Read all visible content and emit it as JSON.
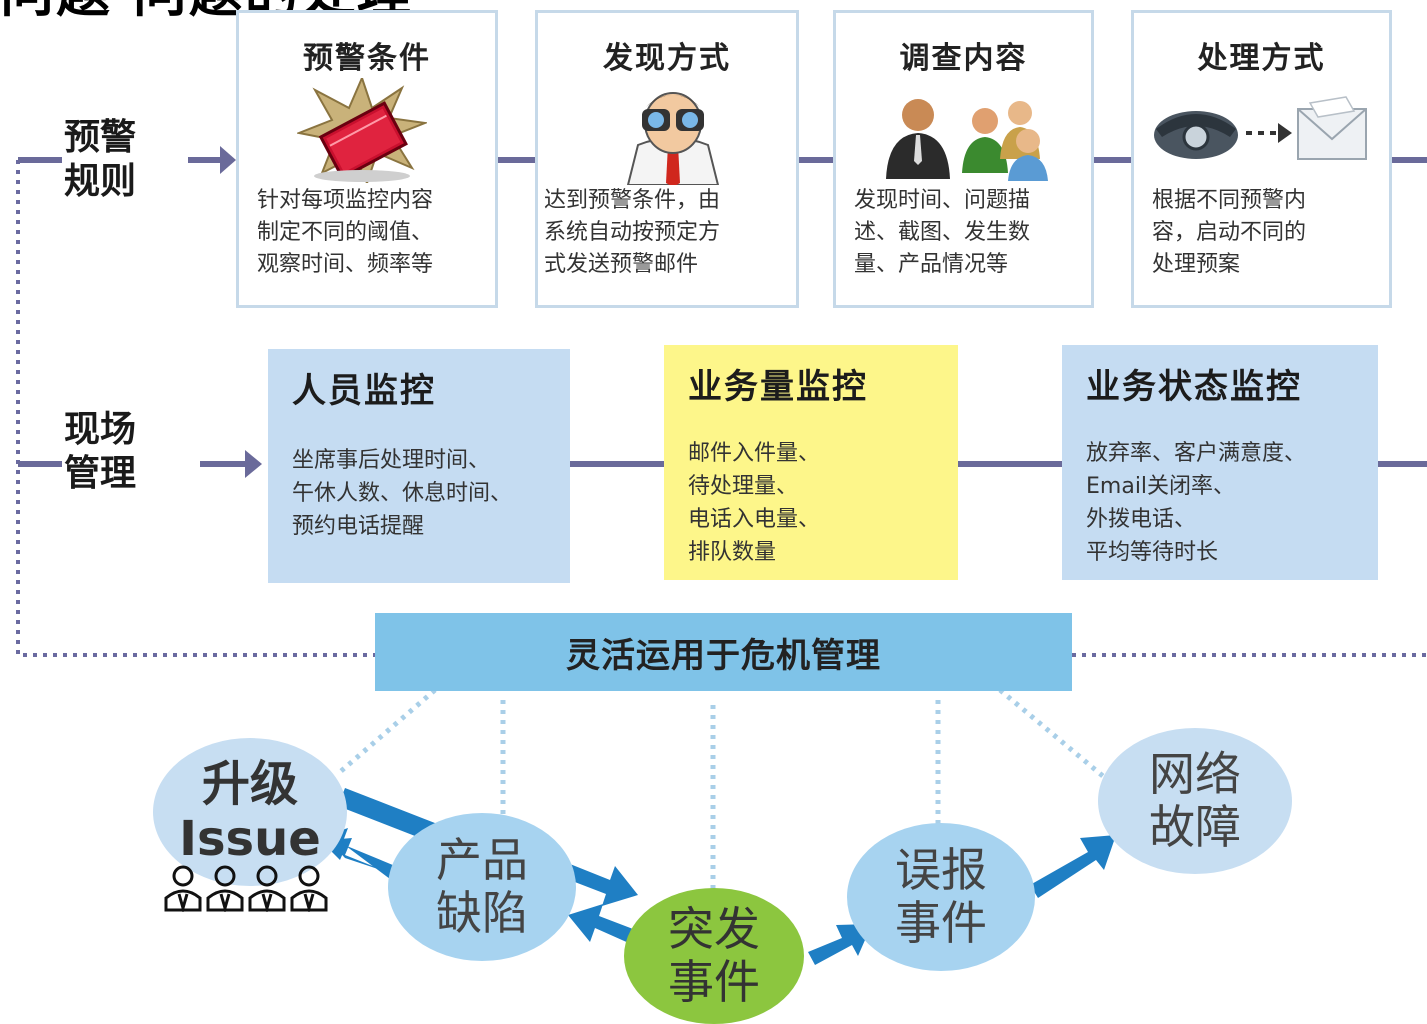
{
  "page": {
    "title": "问题 问题的处理"
  },
  "rows": {
    "warning_label": [
      "预警",
      "规则"
    ],
    "field_label": [
      "现场",
      "管理"
    ]
  },
  "warning_steps": [
    {
      "title": "预警条件",
      "icon": "red-alert-book-icon",
      "desc": "针对每项监控内容\n制定不同的阈值、\n观察时间、频率等"
    },
    {
      "title": "发现方式",
      "icon": "man-with-binoculars-icon",
      "desc": "达到预警条件，由\n系统自动按预定方\n式发送预警邮件"
    },
    {
      "title": "调查内容",
      "icon": "investigating-people-icon",
      "desc": "发现时间、问题描\n述、截图、发生数\n量、产品情况等"
    },
    {
      "title": "处理方式",
      "icon": "phone-to-mail-icon",
      "desc": "根据不同预警内\n容，启动不同的\n处理预案"
    }
  ],
  "monitors": [
    {
      "title": "人员监控",
      "desc": "坐席事后处理时间、\n午休人数、休息时间、\n预约电话提醒",
      "bg": "#c5dcf2"
    },
    {
      "title": "业务量监控",
      "desc": "邮件入件量、\n待处理量、\n电话入电量、\n排队数量",
      "bg": "#fdf68a"
    },
    {
      "title": "业务状态监控",
      "desc": "放弃率、客户满意度、\nEmail关闭率、\n外拨电话、\n平均等待时长",
      "bg": "#c5dcf2"
    }
  ],
  "crisis": {
    "label": "灵活运用于危机管理"
  },
  "bubbles": [
    {
      "id": "escalate",
      "text": "升级\nIssue",
      "color": "#c7def2"
    },
    {
      "id": "defect",
      "text": "产品\n缺陷",
      "color": "#a7d3f0"
    },
    {
      "id": "emergency",
      "text": "突发\n事件",
      "color": "#8cc63f"
    },
    {
      "id": "false-report",
      "text": "误报\n事件",
      "color": "#a7d3f0"
    },
    {
      "id": "network",
      "text": "网络\n故障",
      "color": "#c7def2"
    }
  ],
  "colors": {
    "connector": "#6a6a9a",
    "dotted": "#6a6aa0",
    "card_border": "#c6d9e9",
    "arrow_blue": "#1f7fc4",
    "dotted_blue": "#a9cfe8"
  }
}
